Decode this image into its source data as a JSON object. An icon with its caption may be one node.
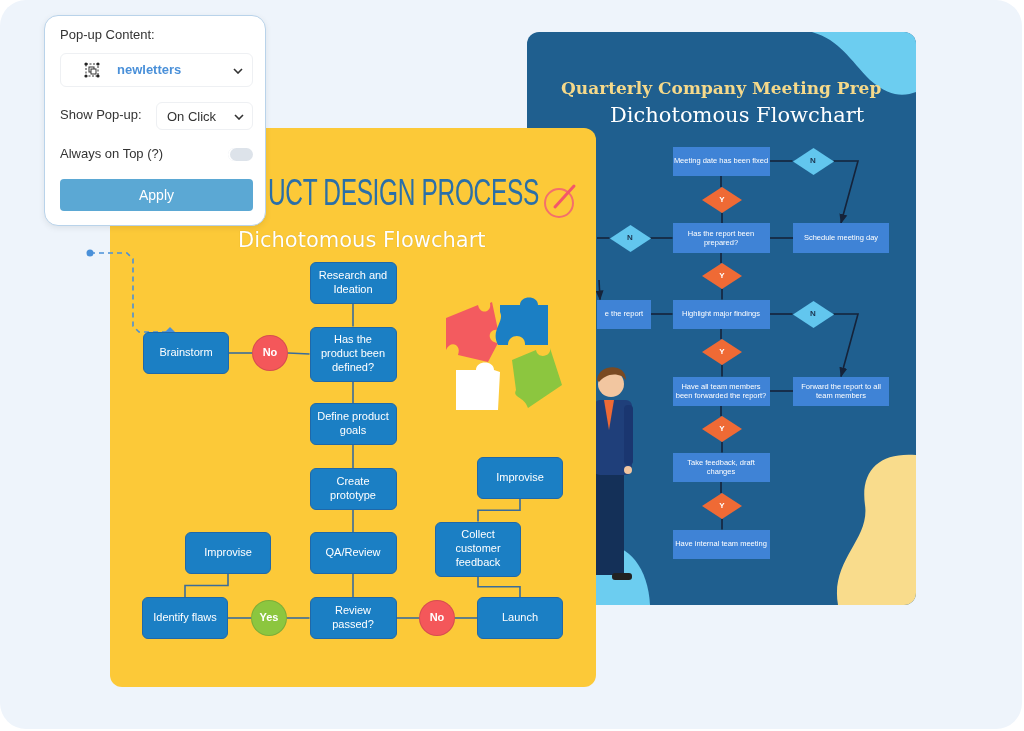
{
  "diagram": {
    "nodes": [
      {
        "text": [
          "Research and Ideation"
        ]
      },
      {
        "text": [
          "Brainstorm"
        ]
      },
      {
        "text": [
          "No"
        ]
      },
      {
        "text": [
          "Has the product been defined?"
        ]
      },
      {
        "text": [
          "Define product goals"
        ]
      },
      {
        "text": [
          "Create prototype"
        ]
      },
      {
        "text": [
          "Improvise"
        ]
      },
      {
        "text": [
          "Improvise"
        ]
      },
      {
        "text": [
          "QA/Review"
        ]
      },
      {
        "text": [
          "Collect customer feedback"
        ]
      },
      {
        "text": [
          "Identify flaws"
        ]
      },
      {
        "text": [
          "Yes"
        ]
      },
      {
        "text": [
          "Review passed?"
        ]
      },
      {
        "text": [
          "No"
        ]
      },
      {
        "text": [
          "Launch"
        ]
      },
      {
        "text": [
          "Meeting date has been fixed"
        ]
      },
      {
        "text": [
          "N"
        ]
      },
      {
        "text": [
          "Y"
        ]
      },
      {
        "text": [
          "N"
        ]
      },
      {
        "text": [
          "Has the report been prepared?"
        ]
      },
      {
        "text": [
          "Schedule meeting day"
        ]
      },
      {
        "text": [
          "Y"
        ]
      },
      {
        "text": [
          "e the report"
        ]
      },
      {
        "text": [
          "Highlight major findings"
        ]
      },
      {
        "text": [
          "N"
        ]
      },
      {
        "text": [
          "Y"
        ]
      },
      {
        "text": [
          "Have all team members been forwarded the report?"
        ]
      },
      {
        "text": [
          "Forward the report to all team members"
        ]
      },
      {
        "text": [
          "Y"
        ]
      },
      {
        "text": [
          "Take feedback, draft changes"
        ]
      },
      {
        "text": [
          "Y"
        ]
      },
      {
        "text": [
          "Have internal team meeting"
        ]
      }
    ],
    "edges": [
      {
        "from": 0,
        "to": 3,
        "arrow": "none",
        "color": "#3a6c9a"
      },
      {
        "from": 1,
        "to": 2,
        "arrow": "none",
        "color": "#3a6c9a"
      },
      {
        "from": 2,
        "to": 3,
        "arrow": "none",
        "color": "#3a6c9a"
      },
      {
        "from": 3,
        "to": 4,
        "arrow": "none",
        "color": "#3a6c9a"
      },
      {
        "from": 4,
        "to": 5,
        "arrow": "none",
        "color": "#3a6c9a"
      },
      {
        "from": 5,
        "to": 8,
        "arrow": "none",
        "color": "#3a6c9a"
      },
      {
        "from": 8,
        "to": 12,
        "arrow": "none",
        "color": "#3a6c9a"
      },
      {
        "from": 6,
        "to": 10,
        "arrow": "none",
        "color": "#3a6c9a"
      },
      {
        "from": 10,
        "to": 11,
        "arrow": "none",
        "color": "#3a6c9a"
      },
      {
        "from": 11,
        "to": 12,
        "arrow": "none",
        "color": "#3a6c9a"
      },
      {
        "from": 12,
        "to": 13,
        "arrow": "none",
        "color": "#3a6c9a"
      },
      {
        "from": 13,
        "to": 14,
        "arrow": "none",
        "color": "#3a6c9a"
      },
      {
        "from": 14,
        "to": 9,
        "arrow": "none",
        "color": "#3a6c9a"
      },
      {
        "from": 9,
        "to": 7,
        "arrow": "none",
        "color": "#3a6c9a"
      },
      {
        "from": null,
        "to": 1,
        "arrow": "other",
        "style": "dashed",
        "color": "#4a90d9"
      },
      {
        "from": 15,
        "to": 16,
        "arrow": "none"
      },
      {
        "from": 16,
        "to": 20,
        "arrow": "to"
      },
      {
        "from": 15,
        "to": 17,
        "arrow": "none"
      },
      {
        "from": 17,
        "to": 19,
        "arrow": "none"
      },
      {
        "from": 18,
        "to": 19,
        "arrow": "none"
      },
      {
        "from": 18,
        "to": null,
        "arrow": "none"
      },
      {
        "from": 19,
        "to": 20,
        "arrow": "none"
      },
      {
        "from": 19,
        "to": 21,
        "arrow": "none"
      },
      {
        "from": 21,
        "to": 23,
        "arrow": "none"
      },
      {
        "from": null,
        "to": 22,
        "arrow": "to"
      },
      {
        "from": 22,
        "to": 23,
        "arrow": "none"
      },
      {
        "from": 23,
        "to": 24,
        "arrow": "none"
      },
      {
        "from": 24,
        "to": 27,
        "arrow": "to"
      },
      {
        "from": 23,
        "to": 25,
        "arrow": "none"
      },
      {
        "from": 25,
        "to": 26,
        "arrow": "none"
      },
      {
        "from": 26,
        "to": 27,
        "arrow": "none"
      },
      {
        "from": 26,
        "to": 28,
        "arrow": "none"
      },
      {
        "from": 28,
        "to": 29,
        "arrow": "none"
      },
      {
        "from": 29,
        "to": 30,
        "arrow": "none"
      },
      {
        "from": 30,
        "to": 31,
        "arrow": "none"
      }
    ],
    "labels": [
      "Pop-up Content:",
      "newletters",
      "Show Pop-up:",
      "On Click",
      "Always on Top (?)",
      "Apply",
      "UCT DESIGN PROCESS",
      "Dichotomous Flowchart",
      "Quarterly Company Meeting Prep",
      "Dichotomous Flowchart"
    ]
  }
}
